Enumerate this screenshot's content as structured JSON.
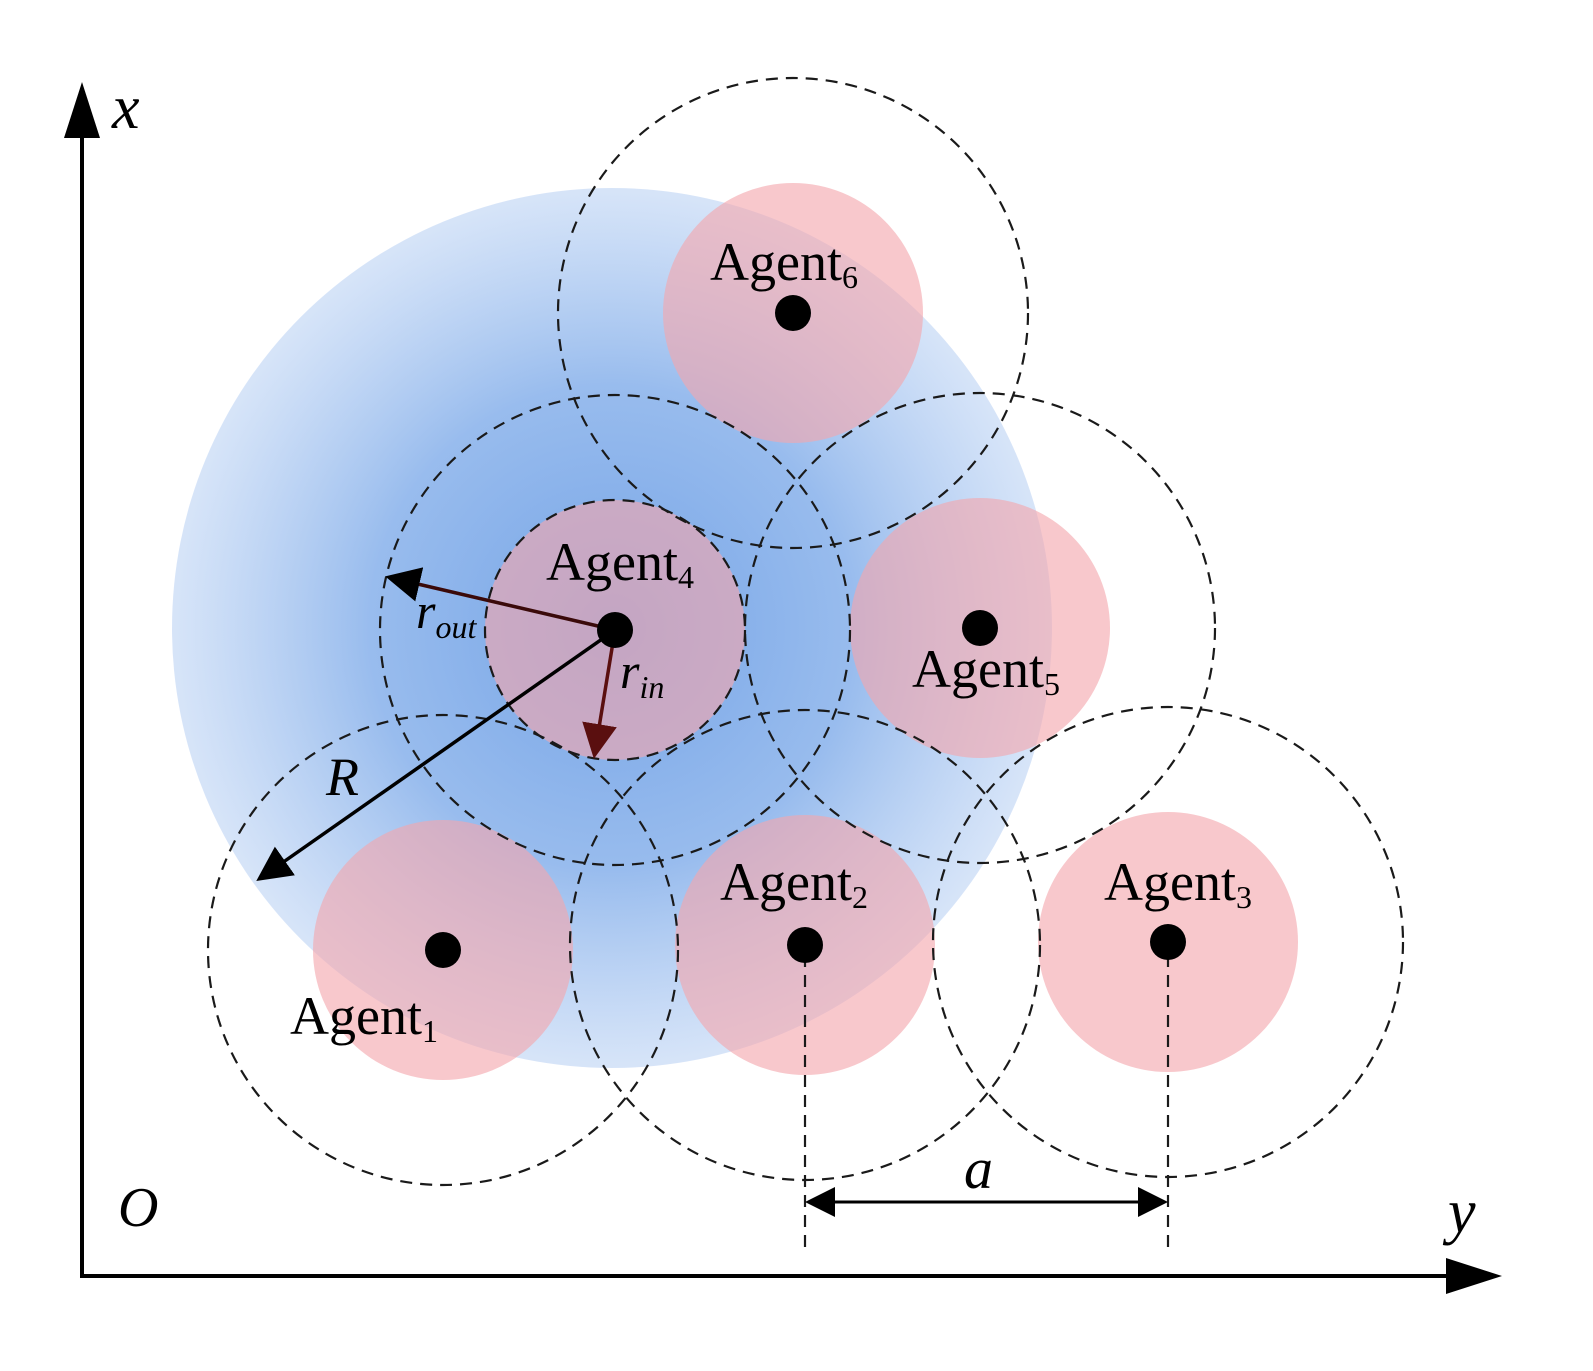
{
  "axes": {
    "x_label": "x",
    "y_label": "y",
    "origin_label": "O"
  },
  "agents": [
    {
      "name": "Agent",
      "index": "1"
    },
    {
      "name": "Agent",
      "index": "2"
    },
    {
      "name": "Agent",
      "index": "3"
    },
    {
      "name": "Agent",
      "index": "4"
    },
    {
      "name": "Agent",
      "index": "5"
    },
    {
      "name": "Agent",
      "index": "6"
    }
  ],
  "labels": {
    "r_out_base": "r",
    "r_out_sub": "out",
    "r_in_base": "r",
    "r_in_sub": "in",
    "R": "R",
    "spacing": "a"
  },
  "colors": {
    "agent_fill": "#f4a6ad",
    "sensing_region": "#6a9fe6",
    "arrow_dark_red": "#5a0f0f"
  }
}
